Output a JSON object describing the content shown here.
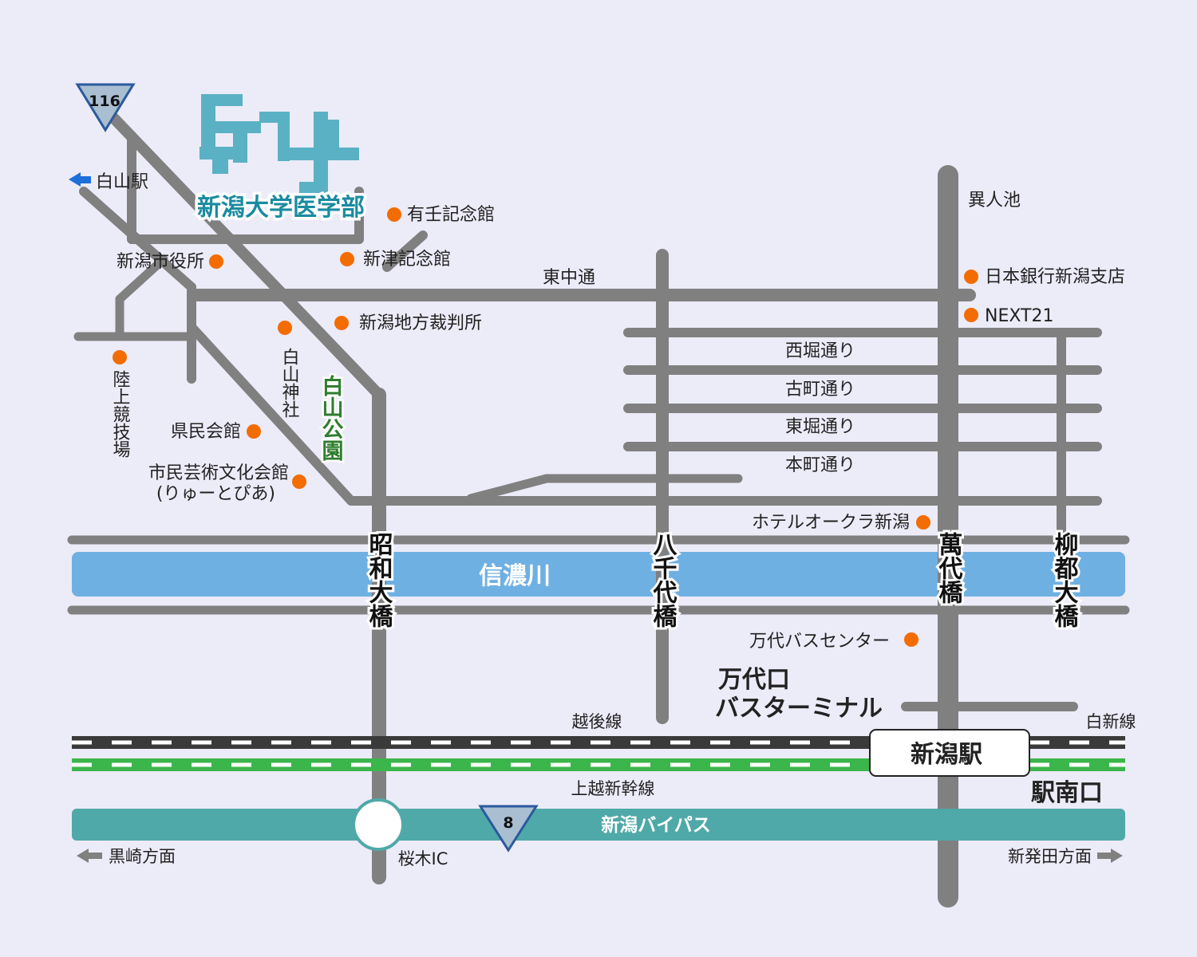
{
  "routes": {
    "r116": "116",
    "r8": "8"
  },
  "university": "新潟大学医学部",
  "stations": {
    "hakusan": "白山駅",
    "niigata": "新潟駅",
    "south_exit": "駅南口"
  },
  "poi": {
    "yujin": "有壬記念館",
    "shintsu": "新津記念館",
    "city_hall": "新潟市役所",
    "court": "新潟地方裁判所",
    "shrine": "白山神社",
    "stadium": "陸上競技場",
    "prefecture_hall": "県民会館",
    "arts1": "市民芸術文化会館",
    "arts2": "(りゅーとぴあ)",
    "boj": "日本銀行新潟支店",
    "next21": "NEXT21",
    "okura": "ホテルオークラ新潟",
    "bus_center": "万代バスセンター",
    "park": "白山公園"
  },
  "streets": {
    "higashinaka": "東中通",
    "nishibori": "西堀通り",
    "furumachi": "古町通り",
    "higashibori": "東堀通り",
    "honcho": "本町通り",
    "ijinike": "異人池"
  },
  "bridges": {
    "showa": "昭和大橋",
    "yachiyo": "八千代橋",
    "bandai": "萬代橋",
    "ryuto": "柳都大橋"
  },
  "river": "信濃川",
  "bus_terminal": {
    "line1": "万代口",
    "line2": "バスターミナル"
  },
  "rail": {
    "echigo": "越後線",
    "hakushin": "白新線",
    "joetsu": "上越新幹線"
  },
  "bypass": "新潟バイパス",
  "ic": "桜木IC",
  "directions": {
    "kurosaki": "黒崎方面",
    "shibata": "新発田方面"
  },
  "colors": {
    "background": "#ecebf8",
    "road": "#808080",
    "river": "#6fb0e3",
    "bypass": "#4fa9a8",
    "poi": "#f36c00",
    "rail_dark": "#3a3a3a",
    "shinkansen": "#3bb64a",
    "building": "#5ab1c4",
    "direction_arrow": "#1e6fd9"
  }
}
